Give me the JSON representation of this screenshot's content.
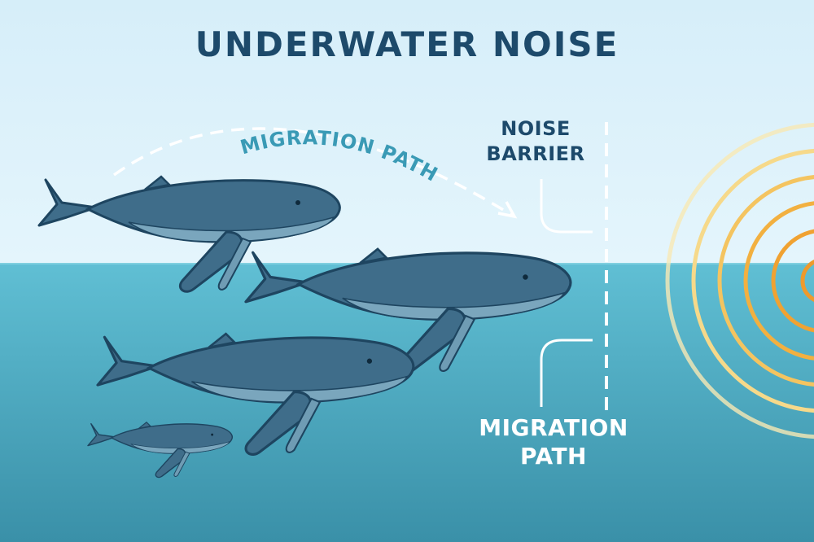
{
  "title": "UNDERWATER NOISE",
  "arc_label": "MIGRATION PATH",
  "noise_barrier": {
    "line1": "NOISE",
    "line2": "BARRIER"
  },
  "migration_label": {
    "line1": "MIGRATION",
    "line2": "PATH"
  },
  "colors": {
    "sky": "#dcf1fa",
    "water_top": "#5ebdd2",
    "water_bottom": "#3b93ab",
    "whale": "#3f6d8a",
    "outline": "#1e4560",
    "belly": "#7aa6bd",
    "title": "#1d4a6b",
    "ring_inner": "#f0a030",
    "ring_outer": "#f7e4a6"
  }
}
